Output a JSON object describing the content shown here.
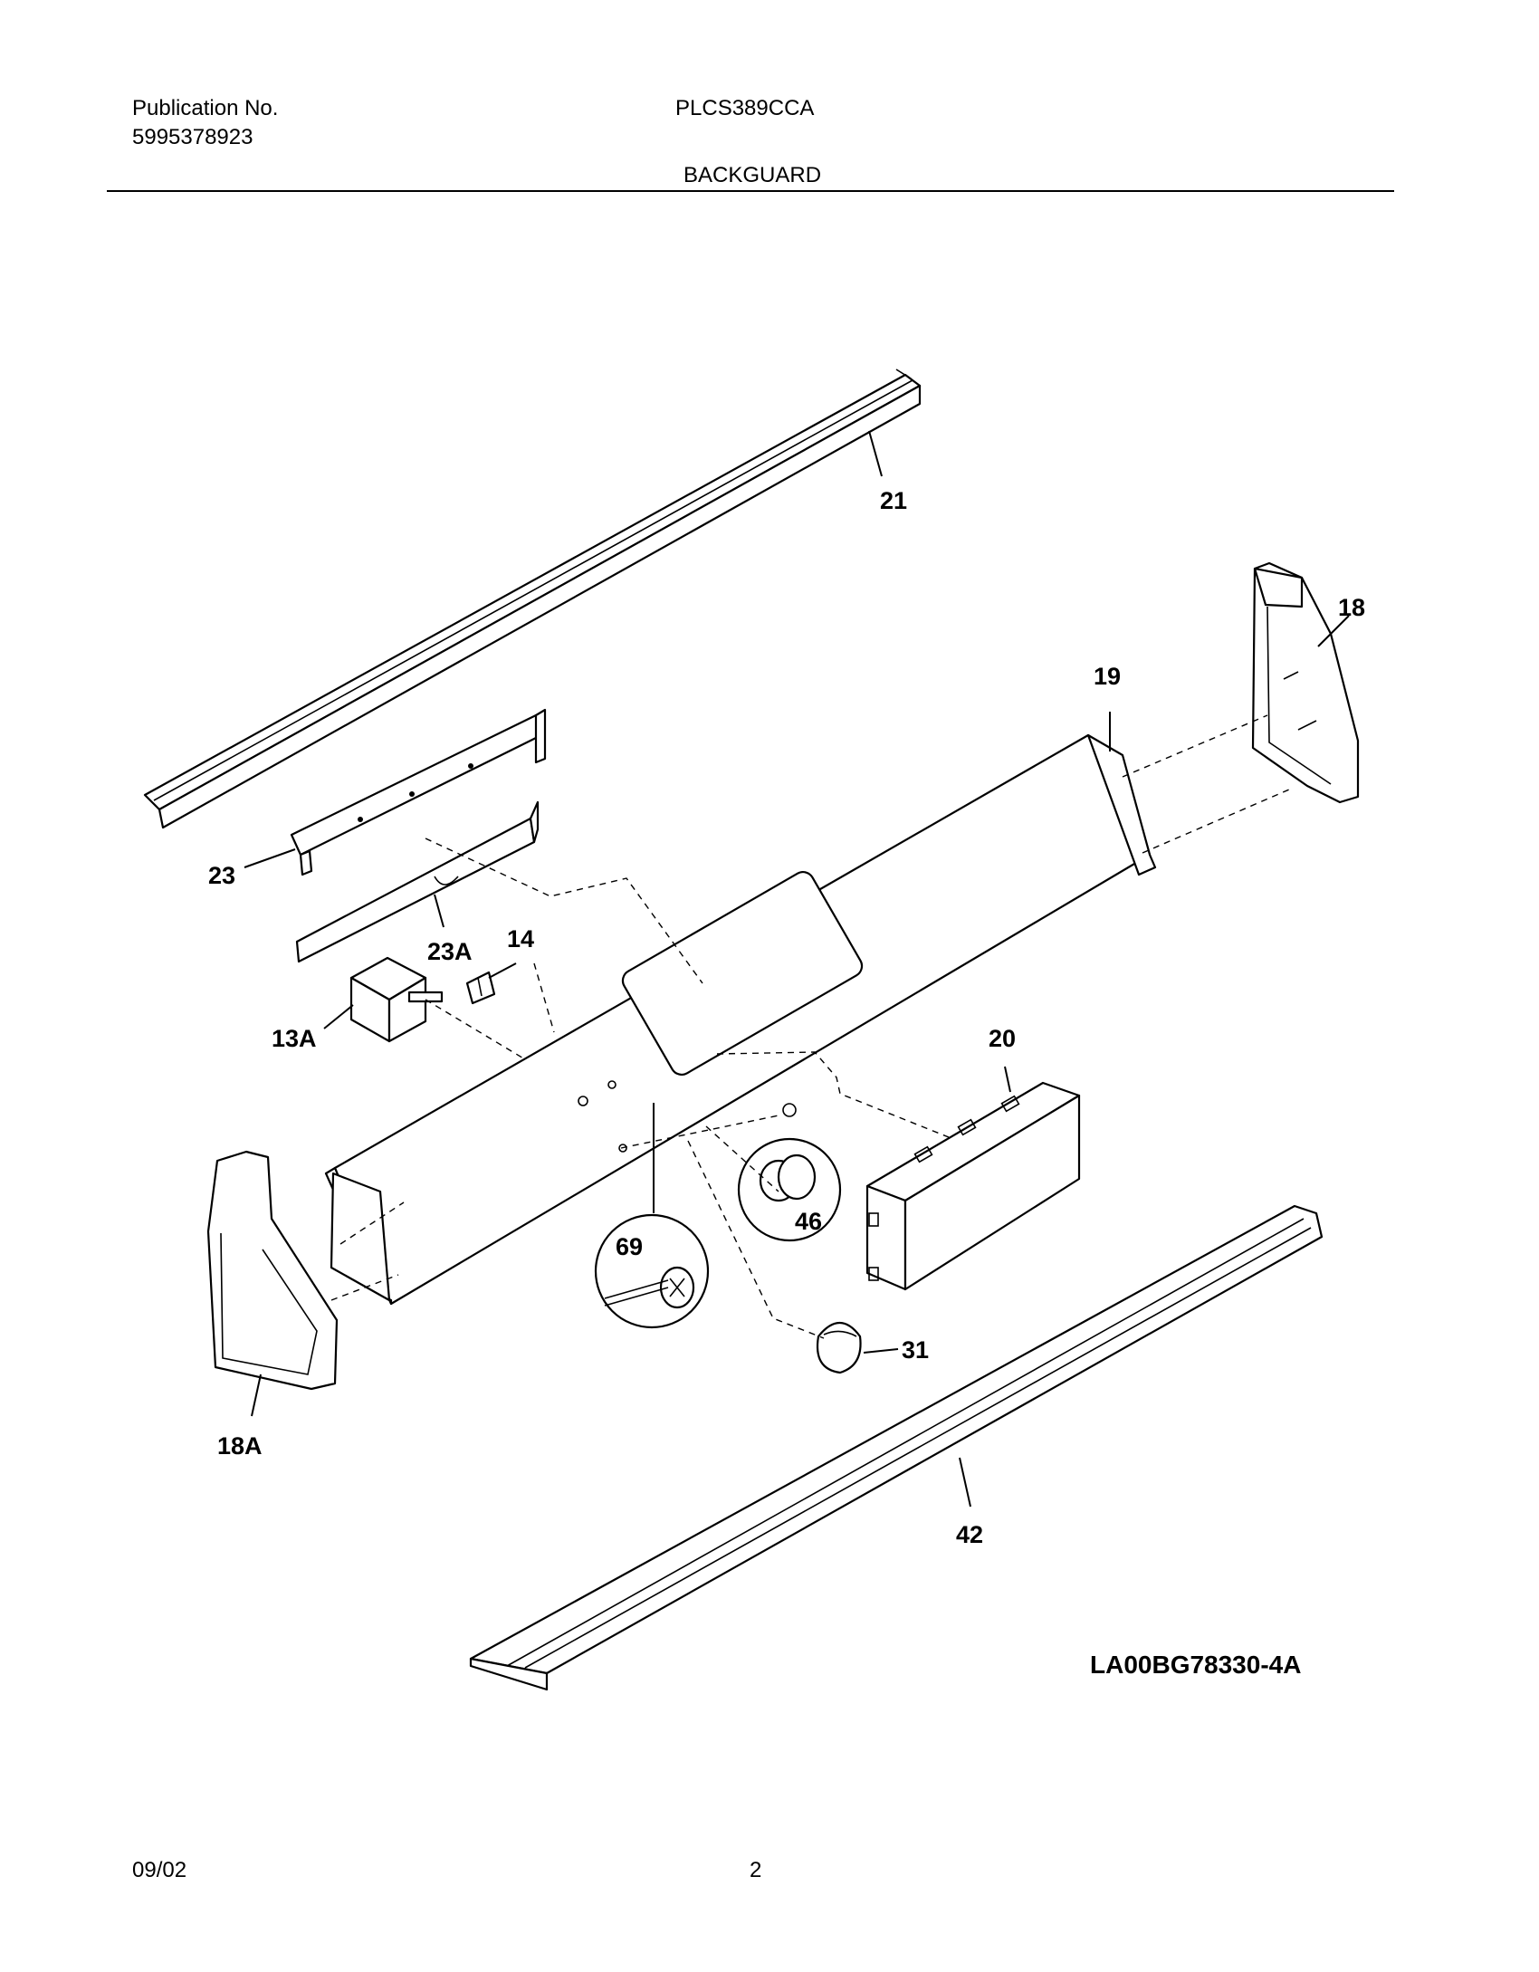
{
  "header": {
    "publication_label": "Publication No.",
    "publication_number": "5995378923",
    "model": "PLCS389CCA",
    "section_title": "BACKGUARD"
  },
  "diagram": {
    "callouts": [
      "21",
      "18",
      "19",
      "23",
      "23A",
      "14",
      "13A",
      "20",
      "46",
      "69",
      "31",
      "18A",
      "42"
    ],
    "drawing_code": "LA00BG78330-4A"
  },
  "footer": {
    "date": "09/02",
    "page": "2"
  }
}
